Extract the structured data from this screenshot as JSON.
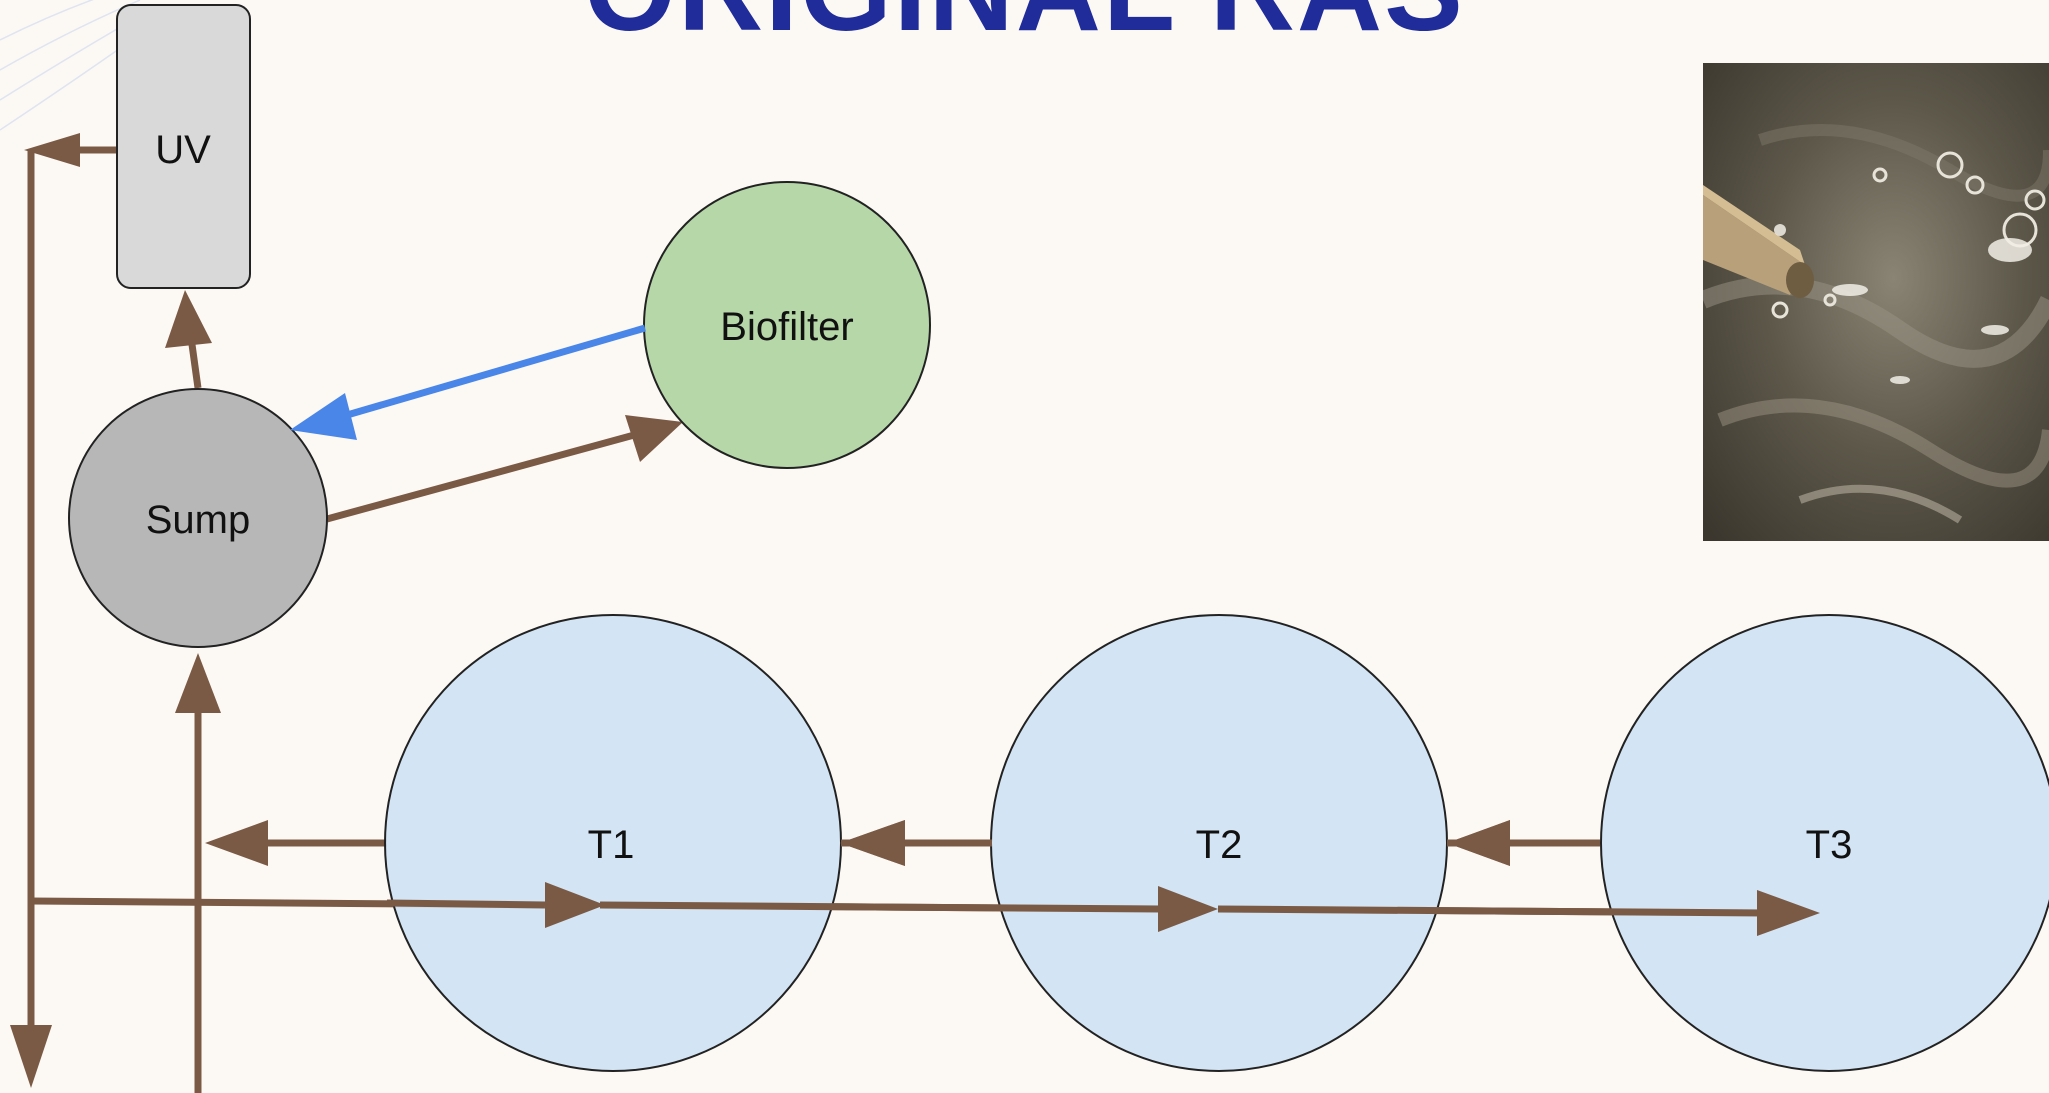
{
  "slide": {
    "title": "ORIGINAL RAS"
  },
  "diagram": {
    "nodes": {
      "uv": "UV",
      "sump": "Sump",
      "biofilter": "Biofilter",
      "tank1": "T1",
      "tank2": "T2",
      "tank3": "T3"
    },
    "colors": {
      "flow_line": "#7b5a45",
      "return_line": "#4a86e8",
      "tank_fill": "#cfe2f3",
      "sump_fill": "#b7b7b7",
      "biofilter_fill": "#b6d7a8",
      "uv_fill": "#d9d9d9",
      "title": "#1f2c9a",
      "background": "#fcf9f5"
    }
  },
  "photo": {
    "icon": "aerated-water-photo"
  }
}
